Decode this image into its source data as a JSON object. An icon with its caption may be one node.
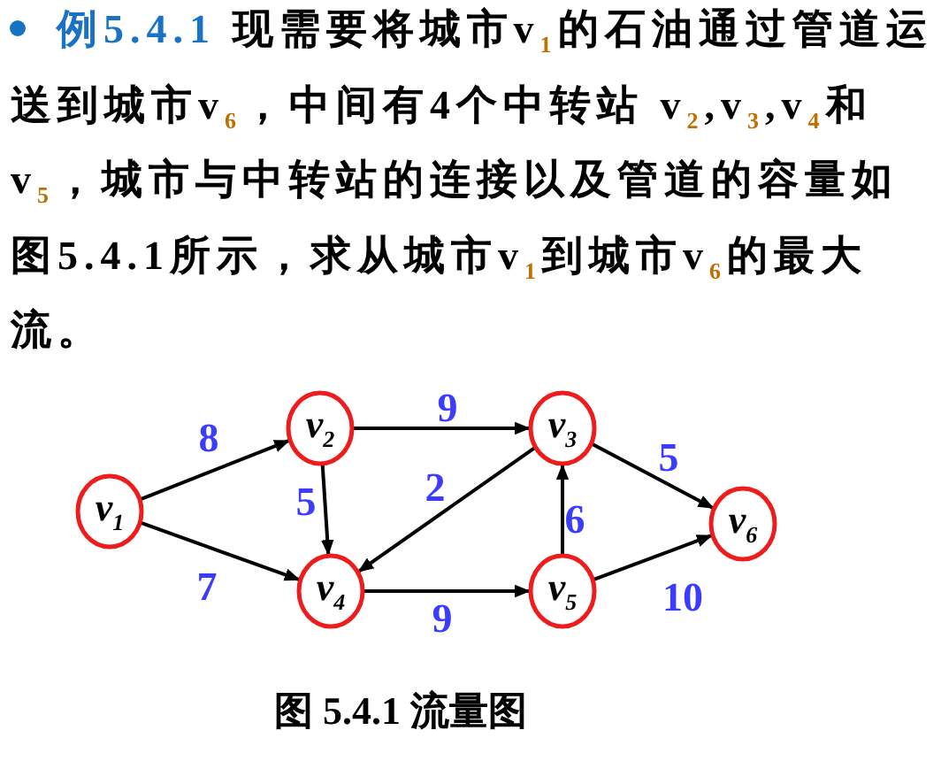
{
  "diagram": {
    "caption": "图 5.4.1 流量图",
    "nodes": [
      {
        "text": [
          "v$_{1}$"
        ]
      },
      {
        "text": [
          "v$_{2}$"
        ]
      },
      {
        "text": [
          "v$_{3}$"
        ]
      },
      {
        "text": [
          "v$_{4}$"
        ]
      },
      {
        "text": [
          "v$_{5}$"
        ]
      },
      {
        "text": [
          "v$_{6}$"
        ]
      }
    ],
    "edges": [
      {
        "from": 0,
        "to": 1,
        "arrow": "to",
        "label": "8"
      },
      {
        "from": 1,
        "to": 2,
        "arrow": "to",
        "label": "9"
      },
      {
        "from": 1,
        "to": 3,
        "arrow": "to",
        "label": "5"
      },
      {
        "from": 2,
        "to": 3,
        "arrow": "to",
        "label": "2"
      },
      {
        "from": 2,
        "to": 5,
        "arrow": "to",
        "label": "5"
      },
      {
        "from": 4,
        "to": 2,
        "arrow": "to",
        "label": "6"
      },
      {
        "from": 0,
        "to": 3,
        "arrow": "to",
        "label": "7"
      },
      {
        "from": 3,
        "to": 4,
        "arrow": "to",
        "label": "9"
      },
      {
        "from": 4,
        "to": 5,
        "arrow": "to",
        "label": "10"
      }
    ],
    "labels": [
      "例5.4.1",
      "现需要将城市v$_{1}$的石油通过管道运送到城市v$_{6}$，中间有4个中转站 v$_{2}$,v$_{3}$,v$_{4}$和v$_{5}$，城市与中转站的连接以及管道的容量如图5.4.1所示，求从城市v$_{1}$到城市v$_{6}$的最大流。"
    ]
  }
}
